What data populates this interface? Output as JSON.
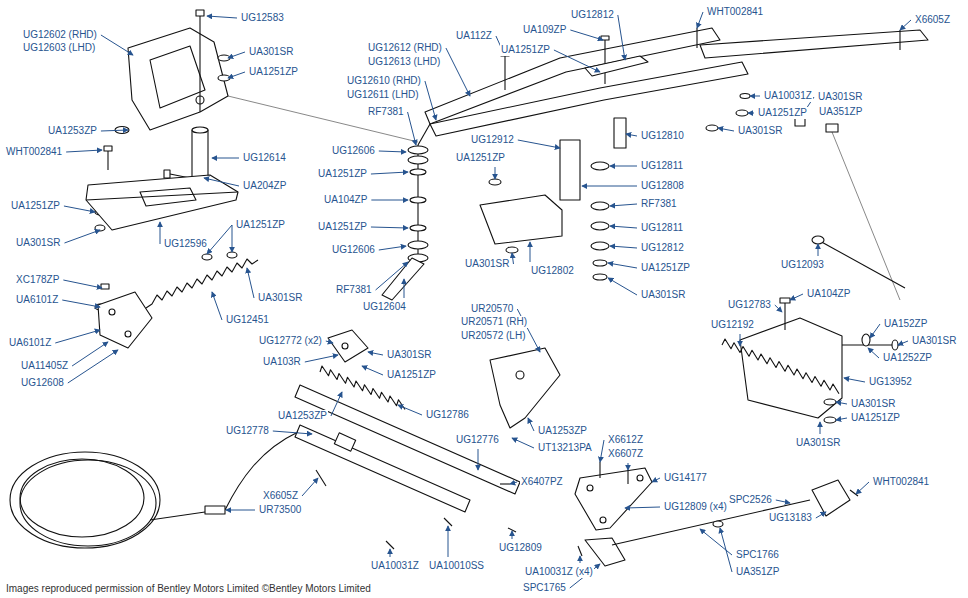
{
  "diagram": {
    "caption": "Images reproduced permission of Bentley Motors Limited ©Bentley Motors Limited",
    "labels": [
      "UG12602 (RHD)",
      "UG12603 (LHD)",
      "UG12583",
      "UA301SR",
      "UA1251ZP",
      "UA1253ZP",
      "WHT002841",
      "UG12614",
      "UA204ZP",
      "UA1251ZP",
      "UA301SR",
      "UG12596",
      "UA1251ZP",
      "XC178ZP",
      "UA6101Z",
      "UA6101Z",
      "UA11405Z",
      "UG12608",
      "UA301SR",
      "UG12451",
      "UA112Z",
      "UG12612 (RHD)",
      "UG12613 (LHD)",
      "UA1251ZP",
      "UA109ZP",
      "UG12812",
      "WHT002841",
      "X6605Z",
      "UG12610 (RHD)",
      "UG12611 (LHD)",
      "UA10031Z",
      "UA301SR",
      "RF7381",
      "UA1251ZP",
      "UA351ZP",
      "UA301SR",
      "UG12810",
      "UG12912",
      "UG12606",
      "UA1251ZP",
      "UG12811",
      "UA1251ZP",
      "UG12808",
      "UA104ZP",
      "RF7381",
      "UA1251ZP",
      "UG12811",
      "UG12606",
      "UG12812",
      "UA301SR",
      "UG12093",
      "UA1251ZP",
      "UG12802",
      "RF7381",
      "UA301SR",
      "UG12604",
      "UA104ZP",
      "UG12783",
      "UR20570",
      "UR20571 (RH)",
      "UG12192",
      "UA152ZP",
      "UR20572 (LH)",
      "UG12772 (x2)",
      "UA301SR",
      "UA301SR",
      "UA1252ZP",
      "UA103R",
      "UA1251ZP",
      "UG13952",
      "UA301SR",
      "UG12786",
      "UA1253ZP",
      "UA1251ZP",
      "UG12778",
      "UA1253ZP",
      "UG12776",
      "UA301SR",
      "X6612Z",
      "UT13213PA",
      "X6607Z",
      "UG14177",
      "X6407PZ",
      "WHT002841",
      "X6605Z",
      "SPC2526",
      "UG12809 (x4)",
      "UR73500",
      "UG13183",
      "UG12809",
      "SPC1766",
      "UA10031Z",
      "UA10010SS",
      "UA10031Z (x4)",
      "UA351ZP",
      "SPC1765"
    ]
  }
}
